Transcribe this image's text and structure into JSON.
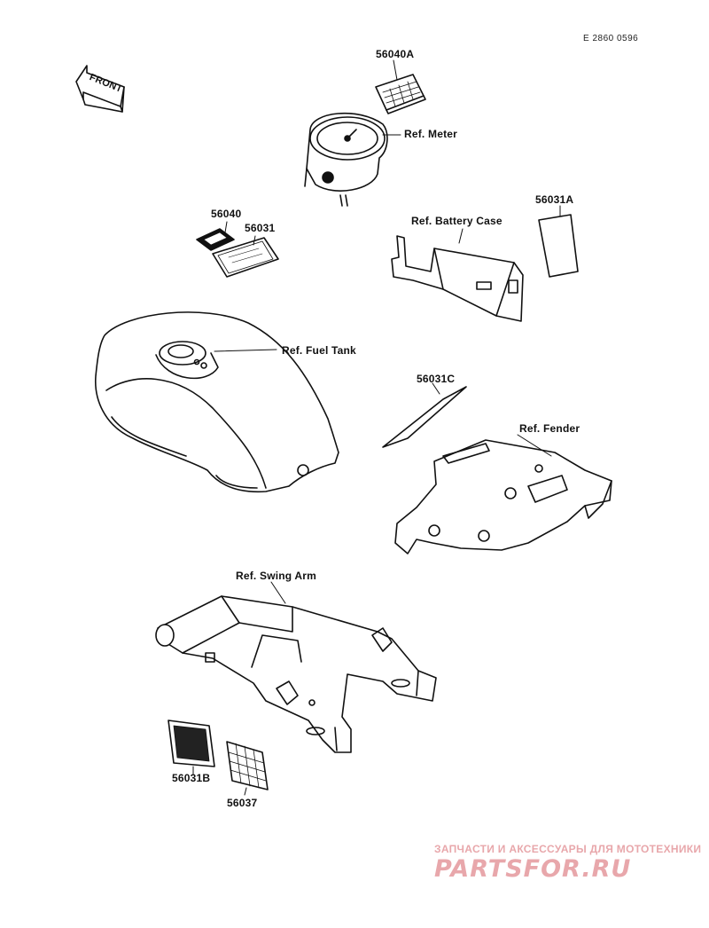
{
  "diagram": {
    "figure_code": "E 2860 0596",
    "front_label": "FRONT",
    "labels": {
      "p56040A": "56040A",
      "ref_meter": "Ref. Meter",
      "p56040": "56040",
      "p56031": "56031",
      "ref_battery_case": "Ref. Battery Case",
      "p56031A": "56031A",
      "ref_fuel_tank": "Ref. Fuel Tank",
      "p56031C": "56031C",
      "ref_fender": "Ref. Fender",
      "ref_swing_arm": "Ref. Swing Arm",
      "p56031B": "56031B",
      "p56037": "56037"
    }
  },
  "watermark": {
    "subtitle": "ЗАПЧАСТИ И АКСЕССУАРЫ ДЛЯ МОТОТЕХНИКИ",
    "brand": "PARTSFOR.RU",
    "color": "#e8a7ab"
  }
}
